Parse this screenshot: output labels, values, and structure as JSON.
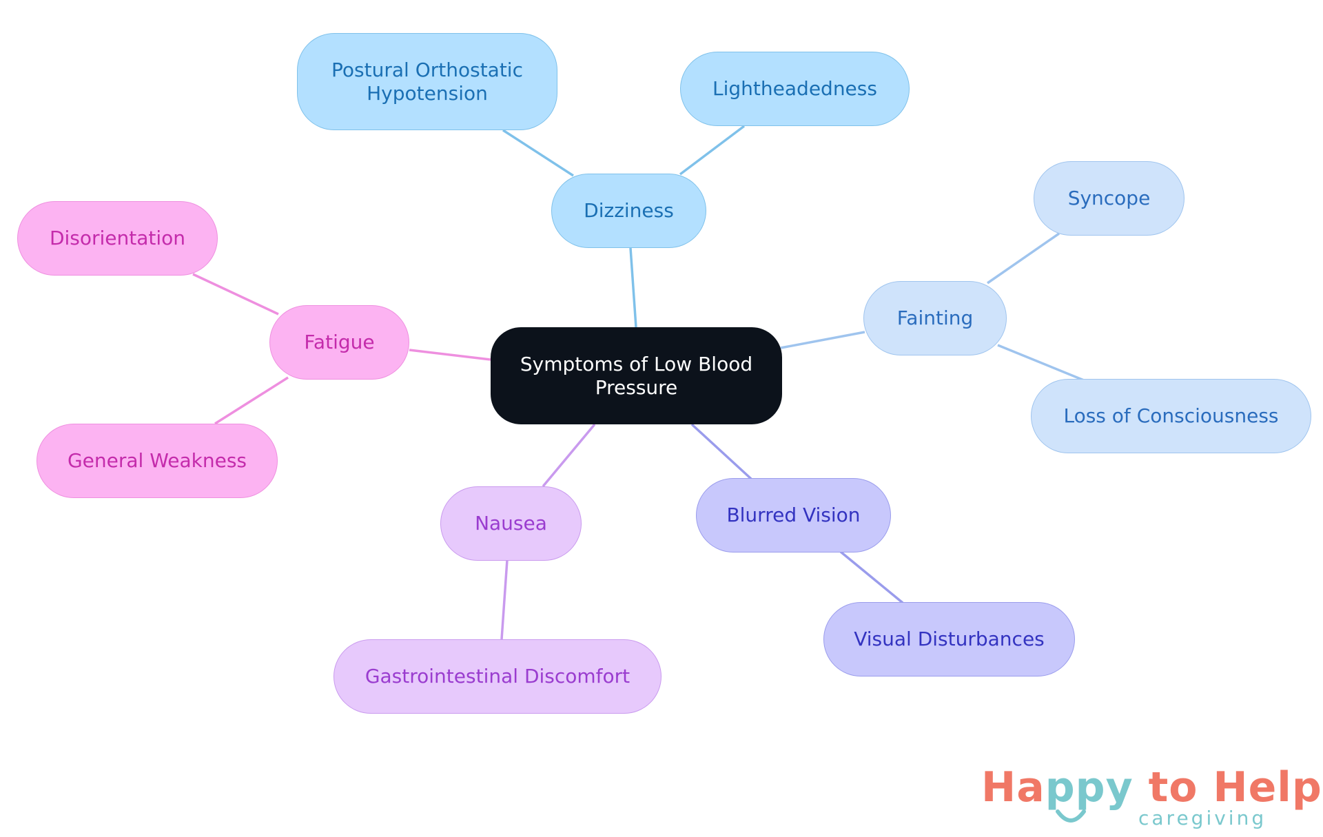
{
  "diagram": {
    "center": "Symptoms of Low Blood\nPressure",
    "branches": [
      {
        "label": "Dizziness",
        "color": "#7fc1ea",
        "children": [
          "Postural Orthostatic\nHypotension",
          "Lightheadedness"
        ]
      },
      {
        "label": "Fainting",
        "color": "#9fc4ee",
        "children": [
          "Syncope",
          "Loss of Consciousness"
        ]
      },
      {
        "label": "Blurred Vision",
        "color": "#9a9cec",
        "children": [
          "Visual Disturbances"
        ]
      },
      {
        "label": "Nausea",
        "color": "#c99aee",
        "children": [
          "Gastrointestinal Discomfort"
        ]
      },
      {
        "label": "Fatigue",
        "color": "#ee8fdf",
        "children": [
          "Disorientation",
          "General Weakness"
        ]
      }
    ]
  },
  "logo": {
    "main_before": "Ha",
    "main_highlight": "ppy",
    "main_after": " to Help",
    "sub": "caregiving",
    "colors": {
      "coral": "#f07866",
      "teal": "#7ac8cd"
    },
    "icon": "smile-icon"
  }
}
